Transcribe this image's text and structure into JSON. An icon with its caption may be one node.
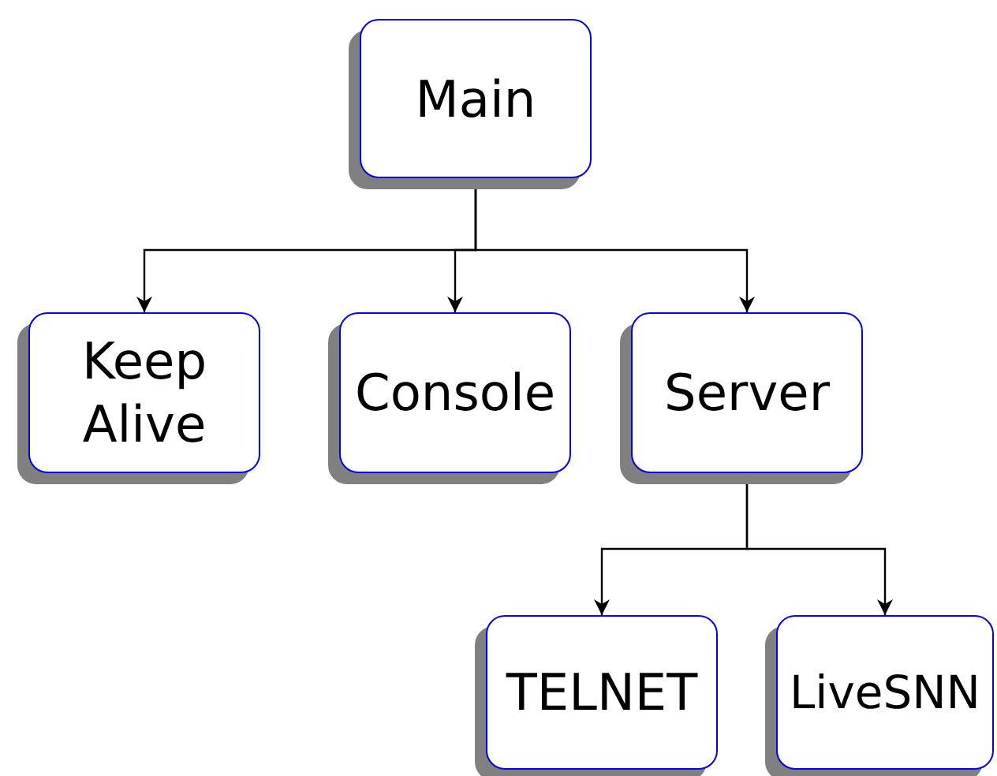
{
  "diagram": {
    "nodes": [
      {
        "text": [
          "Main"
        ]
      },
      {
        "text": [
          "Keep Alive"
        ]
      },
      {
        "text": [
          "Console"
        ]
      },
      {
        "text": [
          "Server"
        ]
      },
      {
        "text": [
          "TELNET"
        ]
      },
      {
        "text": [
          "LiveSNN"
        ]
      }
    ],
    "edges": [
      {
        "from": 0,
        "to": 1,
        "arrow": "to"
      },
      {
        "from": 0,
        "to": 2,
        "arrow": "to"
      },
      {
        "from": 0,
        "to": 3,
        "arrow": "to"
      },
      {
        "from": 3,
        "to": 4,
        "arrow": "to"
      },
      {
        "from": 3,
        "to": 5,
        "arrow": "to"
      }
    ]
  }
}
